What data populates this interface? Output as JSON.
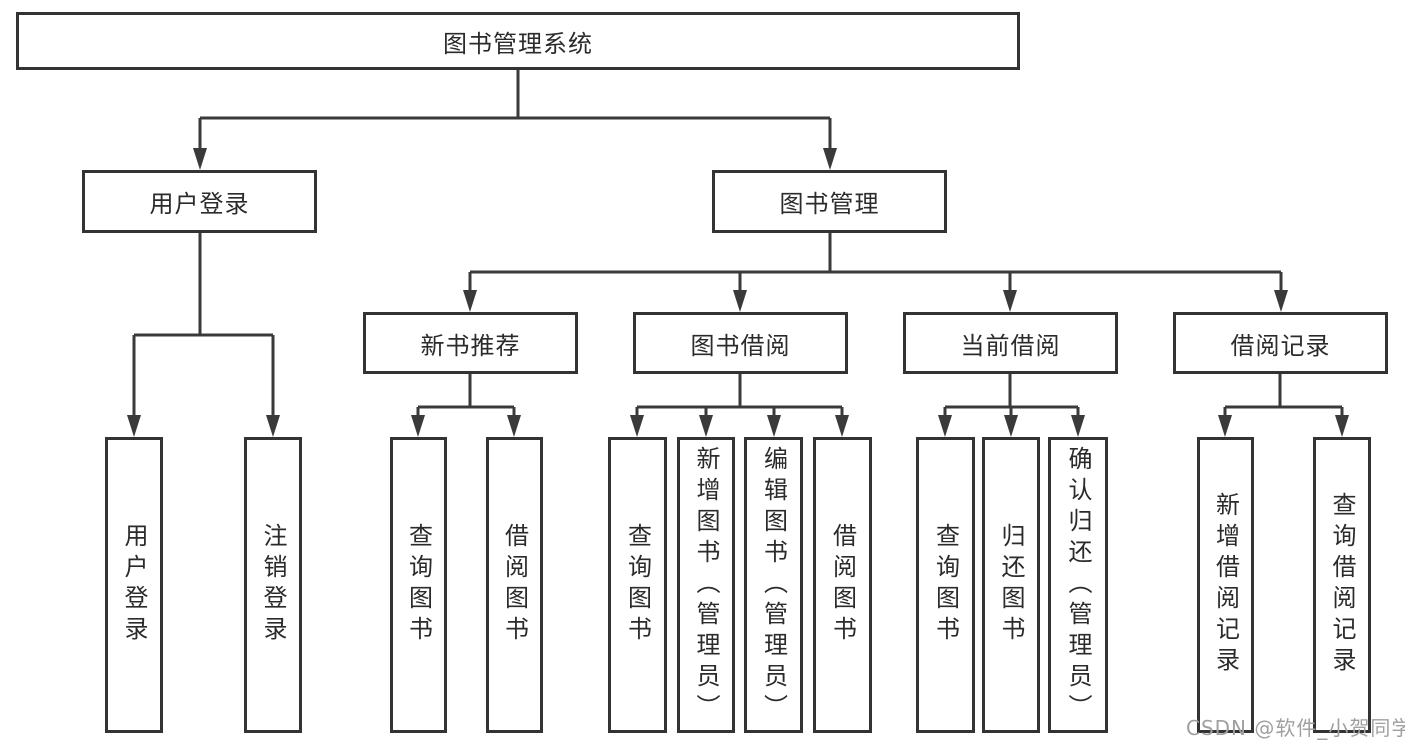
{
  "title": "图书管理系统",
  "watermark": "CSDN @软件_小贺同学",
  "colors": {
    "line": "#3a3a3a",
    "border": "#333333",
    "text": "#2b2b2b",
    "watermark": "#a0a0a0",
    "background": "#ffffff"
  },
  "nodes": {
    "system": "图书管理系统",
    "user_login": "用户登录",
    "book_management": "图书管理",
    "user_login_leaf": "用户登录",
    "logout_leaf": "注销登录",
    "new_book_recommend": "新书推荐",
    "book_borrowing": "图书借阅",
    "current_borrowing": "当前借阅",
    "borrowing_records": "借阅记录",
    "nbr_query_books": "查询图书",
    "nbr_borrow_books": "借阅图书",
    "bb_query_books": "查询图书",
    "bb_add_books_admin": "新增图书（管理员）",
    "bb_edit_books_admin": "编辑图书（管理员）",
    "bb_borrow_books": "借阅图书",
    "cb_query_books": "查询图书",
    "cb_return_books": "归还图书",
    "cb_confirm_return_admin": "确认归还（管理员）",
    "br_add_record": "新增借阅记录",
    "br_query_record": "查询借阅记录"
  },
  "structure": {
    "system": [
      "user_login",
      "book_management"
    ],
    "user_login": [
      "user_login_leaf",
      "logout_leaf"
    ],
    "book_management": [
      "new_book_recommend",
      "book_borrowing",
      "current_borrowing",
      "borrowing_records"
    ],
    "new_book_recommend": [
      "nbr_query_books",
      "nbr_borrow_books"
    ],
    "book_borrowing": [
      "bb_query_books",
      "bb_add_books_admin",
      "bb_edit_books_admin",
      "bb_borrow_books"
    ],
    "current_borrowing": [
      "cb_query_books",
      "cb_return_books",
      "cb_confirm_return_admin"
    ],
    "borrowing_records": [
      "br_add_record",
      "br_query_record"
    ]
  }
}
